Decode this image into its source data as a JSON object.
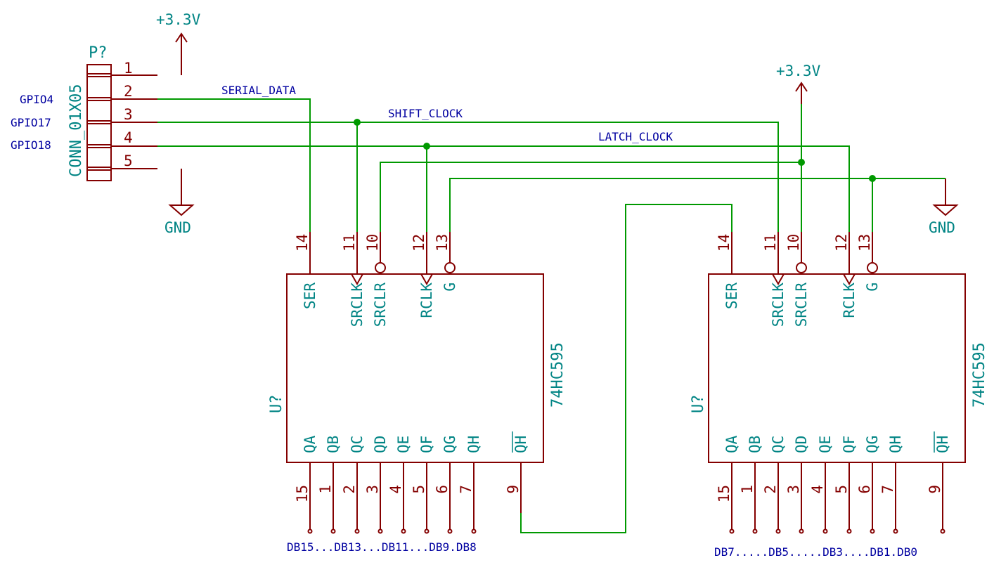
{
  "connector": {
    "ref": "P?",
    "value": "CONN_01X05",
    "pins": [
      "1",
      "2",
      "3",
      "4",
      "5"
    ],
    "gpio_labels": [
      "GPIO4",
      "GPIO17",
      "GPIO18"
    ]
  },
  "power": {
    "vcc": "+3.3V",
    "gnd": "GND"
  },
  "nets": {
    "serial": "SERIAL_DATA",
    "shift": "SHIFT_CLOCK",
    "latch": "LATCH_CLOCK"
  },
  "chip": {
    "ref": "U?",
    "value": "74HC595",
    "top_pins": [
      {
        "num": "14",
        "name": "SER"
      },
      {
        "num": "11",
        "name": "SRCLK"
      },
      {
        "num": "10",
        "name": "SRCLR"
      },
      {
        "num": "12",
        "name": "RCLK"
      },
      {
        "num": "13",
        "name": "G"
      }
    ],
    "bottom_pins": [
      {
        "num": "15",
        "name": "QA"
      },
      {
        "num": "1",
        "name": "QB"
      },
      {
        "num": "2",
        "name": "QC"
      },
      {
        "num": "3",
        "name": "QD"
      },
      {
        "num": "4",
        "name": "QE"
      },
      {
        "num": "5",
        "name": "QF"
      },
      {
        "num": "6",
        "name": "QG"
      },
      {
        "num": "7",
        "name": "QH"
      },
      {
        "num": "9",
        "name": "QH"
      }
    ]
  },
  "bus_labels": {
    "left": "DB15...DB13...DB11...DB9.DB8",
    "right": "DB7.....DB5.....DB3....DB1.DB0"
  },
  "colors": {
    "wire": "#009900",
    "component": "#840000",
    "label": "#008484",
    "net": "#0000a0"
  }
}
